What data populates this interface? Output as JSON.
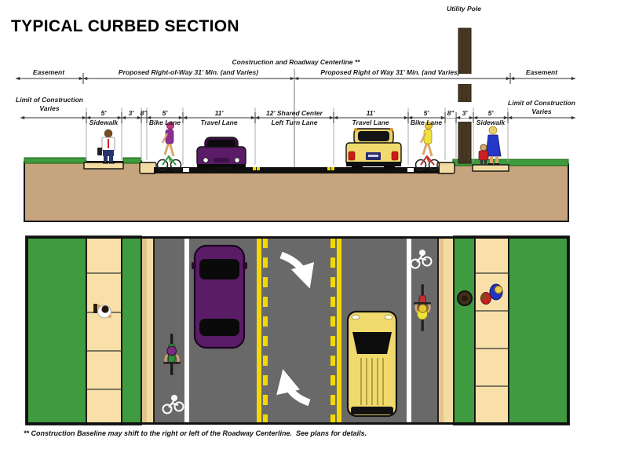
{
  "title": "TYPICAL CURBED SECTION",
  "section": {
    "row1": {
      "easement_left": "Easement",
      "row_left": "Proposed Right-of-Way 31' Min. (and Varies)",
      "centerline": "Construction and Roadway Centerline **",
      "row_right": "Proposed Right of Way 31' Min. (and Varies)",
      "easement_right": "Easement"
    },
    "utility_pole": "Utility Pole",
    "limit_left": "Limit of Construction Varies",
    "limit_right": "Limit of Construction Varies",
    "lanes": [
      {
        "w": "5'",
        "l": "Sidewalk"
      },
      {
        "w": "3'",
        "l": ""
      },
      {
        "w": "8\"",
        "l": ""
      },
      {
        "w": "5'",
        "l": "Bike Lane"
      },
      {
        "w": "11'",
        "l": "Travel Lane"
      },
      {
        "w": "12' Shared Center",
        "l": "Left Turn Lane"
      },
      {
        "w": "11'",
        "l": "Travel Lane"
      },
      {
        "w": "5'",
        "l": "Bike Lane"
      },
      {
        "w": "8\"",
        "l": ""
      },
      {
        "w": "3'",
        "l": ""
      },
      {
        "w": "5'",
        "l": "Sidewalk"
      }
    ]
  },
  "footnote": "** Construction Baseline may shift to the right or left of the Roadway Centerline.  See plans for details.",
  "icons": {
    "pedestrian_left": "man-with-briefcase",
    "cyclist_left": "cyclist-purple-shirt",
    "car_left": "purple-car",
    "car_right": "yellow-car",
    "cyclist_right": "cyclist-yellow-shirt",
    "pedestrians_right": "woman-with-child",
    "utility_pole": "utility-pole",
    "turn_arrows": "two-way-left-turn-arrows",
    "bike_lane_marking": "bike-symbol-pavement-marking"
  },
  "colors": {
    "grass": "#3F9B3F",
    "sidewalk": "#F8E0A8",
    "curb": "#E4C48C",
    "curb_light": "#F3DCA4",
    "road": "#696969",
    "earth": "#C6A57E",
    "marking_yellow": "#F2D800",
    "marking_white": "#FFFFFF",
    "car_purple": "#5A1C66",
    "car_yellow": "#F0DA6E",
    "pole_brown": "#473823",
    "ink": "#1A1A1A"
  }
}
